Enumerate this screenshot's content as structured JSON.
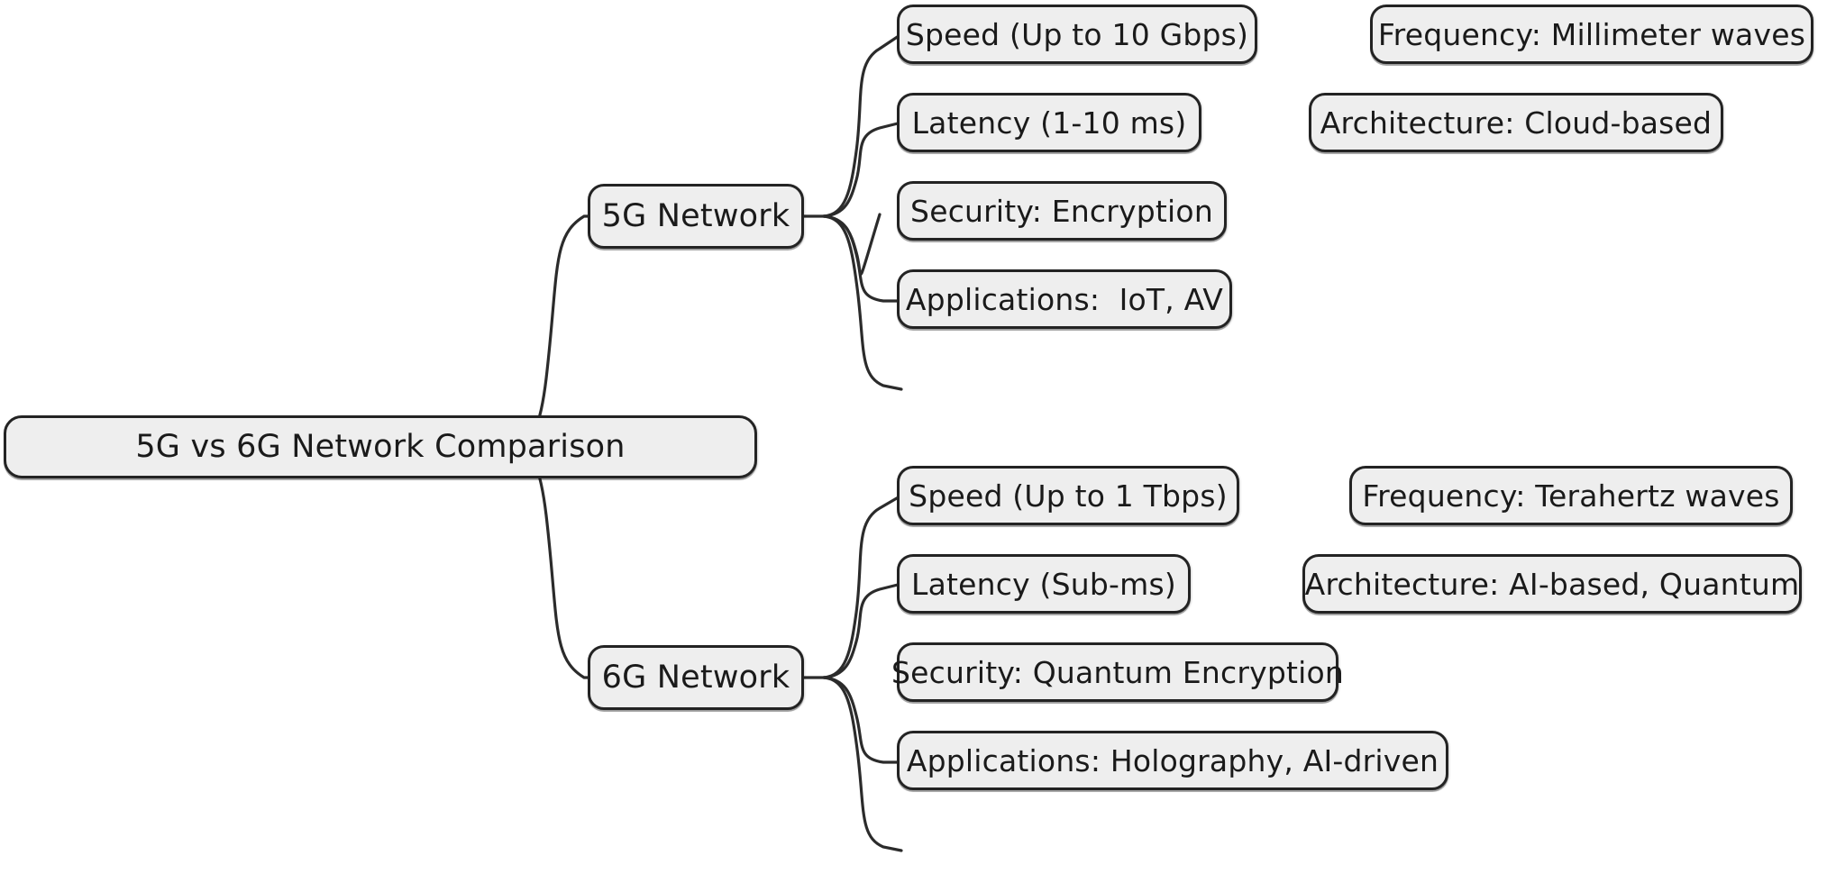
{
  "diagram": {
    "title": "5G vs 6G Network Comparison",
    "type": "mind-map",
    "background_color": "#ffffff",
    "node_fill_color": "#eeeeee",
    "node_border_color": "#232323",
    "edge_color": "#2b2b2b",
    "text_color": "#1a1a1a"
  },
  "root": {
    "label": "5G vs 6G Network Comparison"
  },
  "branches": [
    {
      "label": "5G Network",
      "children": [
        {
          "label": "Speed (Up to 10 Gbps)",
          "children": [
            {
              "label": "Frequency: Millimeter waves"
            }
          ]
        },
        {
          "label": "Latency (1-10 ms)",
          "children": [
            {
              "label": "Architecture: Cloud-based"
            }
          ]
        },
        {
          "label": "Security: Encryption",
          "children": []
        },
        {
          "label": "Applications:  IoT, AV",
          "children": []
        }
      ]
    },
    {
      "label": "6G Network",
      "children": [
        {
          "label": "Speed (Up to 1 Tbps)",
          "children": [
            {
              "label": "Frequency: Terahertz waves"
            }
          ]
        },
        {
          "label": "Latency (Sub-ms)",
          "children": [
            {
              "label": "Architecture: AI-based, Quantum"
            }
          ]
        },
        {
          "label": "Security: Quantum Encryption",
          "children": []
        },
        {
          "label": "Applications: Holography, AI-driven",
          "children": []
        }
      ]
    }
  ]
}
